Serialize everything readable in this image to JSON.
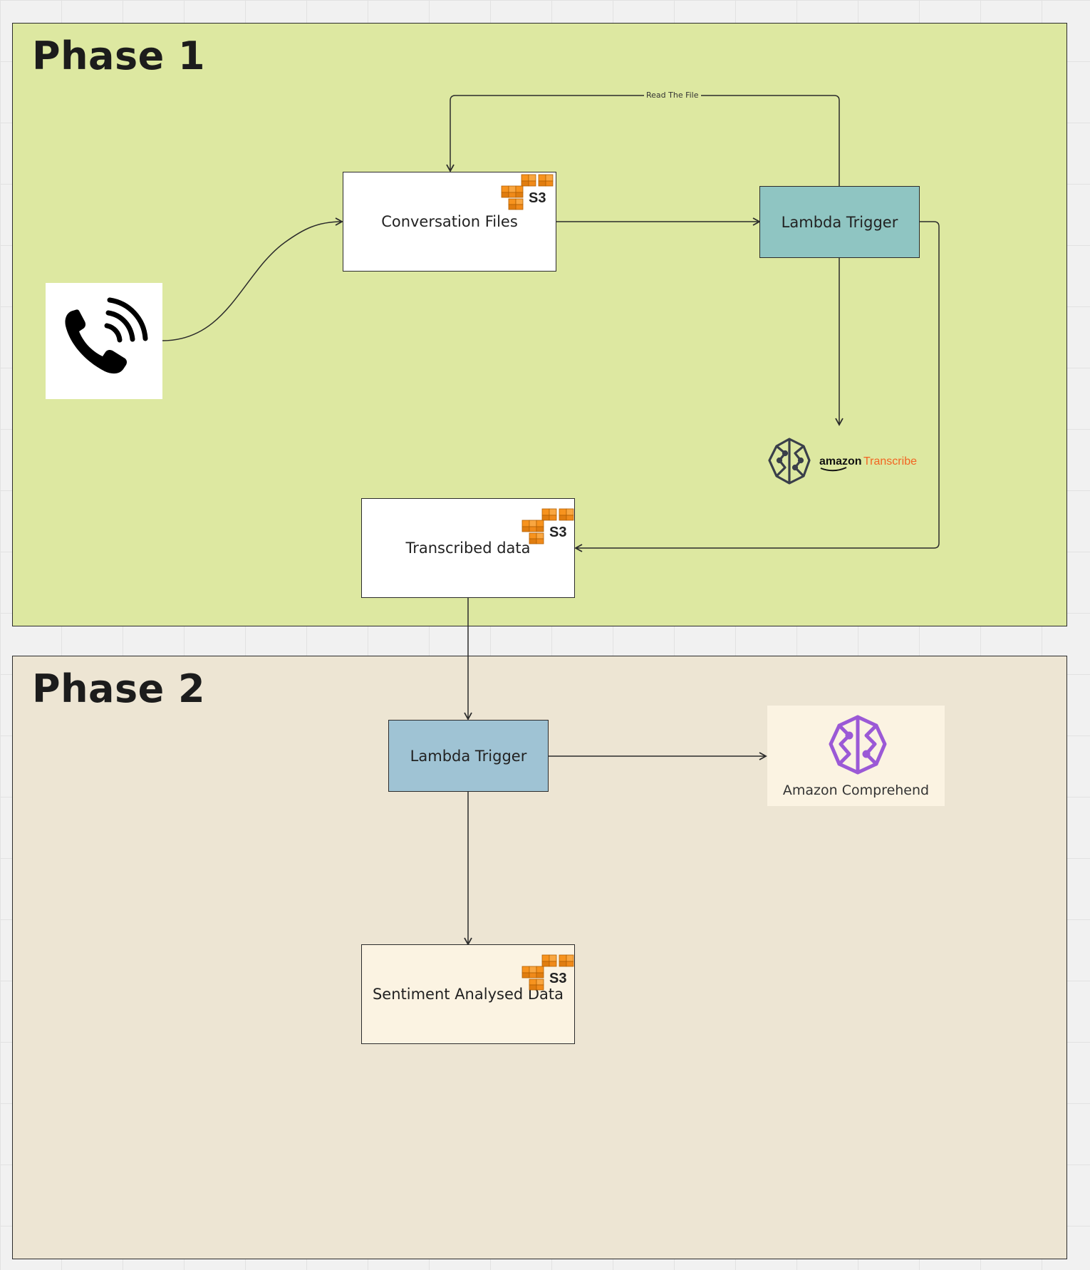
{
  "phases": {
    "phase1_title": "Phase 1",
    "phase2_title": "Phase 2"
  },
  "nodes": {
    "conversation_files": "Conversation Files",
    "lambda_trigger_1": "Lambda Trigger",
    "transcribed_data": "Transcribed data",
    "lambda_trigger_2": "Lambda Trigger",
    "sentiment_data": "Sentiment Analysed Data"
  },
  "services": {
    "s3_badge": "S3",
    "transcribe_brand": "amazon",
    "transcribe_product": "Transcribe",
    "comprehend_label": "Amazon Comprehend"
  },
  "edges": {
    "read_file_label": "Read The File"
  },
  "icons": {
    "phone": "phone-ringing-icon",
    "s3": "aws-s3-icon",
    "transcribe": "amazon-transcribe-brain-icon",
    "comprehend": "amazon-comprehend-brain-icon"
  },
  "colors": {
    "phase1_bg": "#dde8a1",
    "phase2_bg": "#ede5d3",
    "lambda_phase1": "#8fc5c2",
    "lambda_phase2": "#9fc3d4",
    "s3_orange": "#f7931e",
    "transcribe_orange": "#f26522",
    "comprehend_purple": "#9b59d6"
  }
}
